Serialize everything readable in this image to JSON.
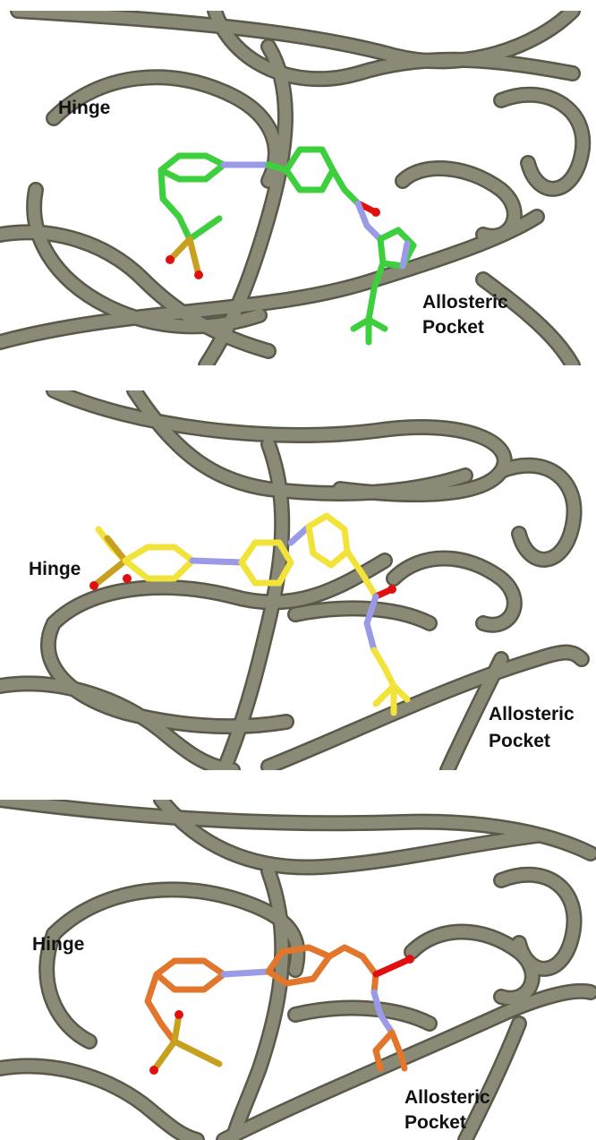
{
  "panels": [
    {
      "hinge_label": "Hinge",
      "pocket_label_1": "Allosteric",
      "pocket_label_2": "Pocket",
      "ligand_color": "#3ecf3e"
    },
    {
      "hinge_label": "Hinge",
      "pocket_label_1": "Allosteric",
      "pocket_label_2": "Pocket",
      "ligand_color": "#f2e33a"
    },
    {
      "hinge_label": "Hinge",
      "pocket_label_1": "Allosteric",
      "pocket_label_2": "Pocket",
      "ligand_color": "#e2762c"
    }
  ],
  "colors": {
    "protein_ribbon": "#8b8a76",
    "protein_edge": "#5a594a",
    "nitrogen": "#9a9ae6",
    "oxygen": "#e01010",
    "sulfur": "#c8a020"
  }
}
